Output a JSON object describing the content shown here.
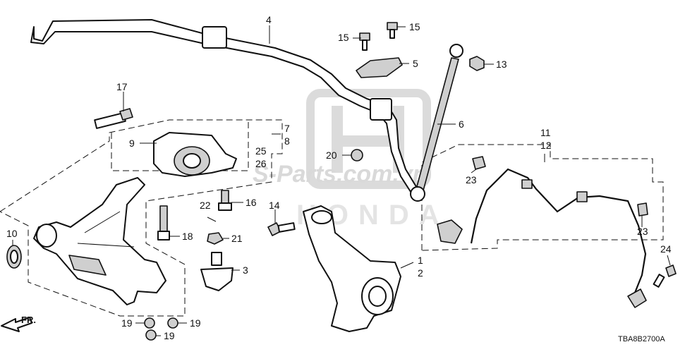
{
  "diagram": {
    "reference_code": "TBA8B2700A",
    "watermark": "S-Parts.com.vn",
    "logo_text": "HONDA",
    "direction_label": "FR.",
    "callouts": {
      "c1": "1",
      "c2": "2",
      "c3": "3",
      "c4": "4",
      "c5": "5",
      "c6": "6",
      "c7": "7",
      "c8": "8",
      "c9": "9",
      "c10": "10",
      "c11": "11",
      "c12": "12",
      "c13": "13",
      "c14": "14",
      "c15a": "15",
      "c15b": "15",
      "c16": "16",
      "c17": "17",
      "c18": "18",
      "c19a": "19",
      "c19b": "19",
      "c19c": "19",
      "c20": "20",
      "c21": "21",
      "c22": "22",
      "c23a": "23",
      "c23b": "23",
      "c24": "24",
      "c25": "25",
      "c26": "26"
    }
  }
}
